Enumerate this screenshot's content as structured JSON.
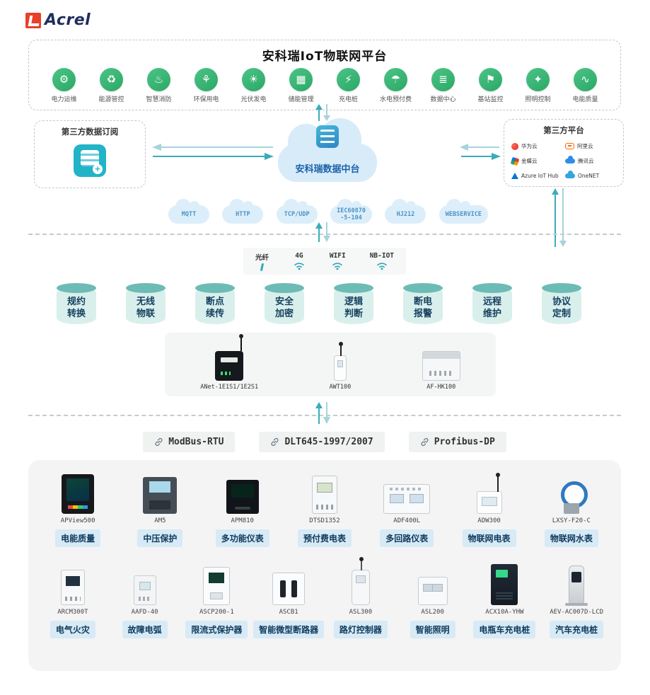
{
  "logo": {
    "brand": "Acrel"
  },
  "platform": {
    "title": "安科瑞IoT物联网平台",
    "apps": [
      {
        "label": "电力运维",
        "glyph": "⚙"
      },
      {
        "label": "能源管控",
        "glyph": "♻"
      },
      {
        "label": "智慧消防",
        "glyph": "♨"
      },
      {
        "label": "环保用电",
        "glyph": "⚘"
      },
      {
        "label": "光伏发电",
        "glyph": "☀"
      },
      {
        "label": "储能管理",
        "glyph": "▦"
      },
      {
        "label": "充电桩",
        "glyph": "⚡"
      },
      {
        "label": "水电预付费",
        "glyph": "☂"
      },
      {
        "label": "数据中心",
        "glyph": "≣"
      },
      {
        "label": "基站监控",
        "glyph": "⚑"
      },
      {
        "label": "照明控制",
        "glyph": "✦"
      },
      {
        "label": "电能质量",
        "glyph": "∿"
      }
    ]
  },
  "middle": {
    "left_box_title": "第三方数据订阅",
    "hub_label": "安科瑞数据中台",
    "right_box_title": "第三方平台",
    "right_platforms": [
      {
        "name": "华为云",
        "type": "huawei"
      },
      {
        "name": "阿里云",
        "type": "ali"
      },
      {
        "name": "金蝶云",
        "type": "pin"
      },
      {
        "name": "腾讯云",
        "type": "tencent"
      },
      {
        "name": "Azure IoT Hub",
        "type": "azure"
      },
      {
        "name": "OneNET",
        "type": "onenet"
      }
    ]
  },
  "protocol_clouds": [
    {
      "label": "MQTT"
    },
    {
      "label": "HTTP"
    },
    {
      "label": "TCP/UDP"
    },
    {
      "label": "IEC60870\n-5-104"
    },
    {
      "label": "HJ212"
    },
    {
      "label": "WEBSERVICE"
    }
  ],
  "connectivity": [
    {
      "label": "光纤",
      "type": "fiber"
    },
    {
      "label": "4G",
      "type": "wifi"
    },
    {
      "label": "WIFI",
      "type": "wifi"
    },
    {
      "label": "NB-IOT",
      "type": "wifi"
    }
  ],
  "capabilities": [
    {
      "l1": "规约",
      "l2": "转换"
    },
    {
      "l1": "无线",
      "l2": "物联"
    },
    {
      "l1": "断点",
      "l2": "续传"
    },
    {
      "l1": "安全",
      "l2": "加密"
    },
    {
      "l1": "逻辑",
      "l2": "判断"
    },
    {
      "l1": "断电",
      "l2": "报警"
    },
    {
      "l1": "远程",
      "l2": "维护"
    },
    {
      "l1": "协议",
      "l2": "定制"
    }
  ],
  "gateways": [
    {
      "model": "ANet-1E1S1/1E2S1",
      "type": "gwanet"
    },
    {
      "model": "AWT100",
      "type": "gwawt"
    },
    {
      "model": "AF-HK100",
      "type": "gwhk"
    }
  ],
  "bus_protocols": [
    {
      "label": "ModBus-RTU"
    },
    {
      "label": "DLT645-1997/2007"
    },
    {
      "label": "Profibus-DP"
    }
  ],
  "devices": {
    "row1": [
      {
        "model": "APView500",
        "label": "电能质量",
        "type": "apview"
      },
      {
        "model": "AM5",
        "label": "中压保护",
        "type": "am5"
      },
      {
        "model": "APM810",
        "label": "多功能仪表",
        "type": "apm"
      },
      {
        "model": "DTSD1352",
        "label": "预付费电表",
        "type": "din"
      },
      {
        "model": "ADF400L",
        "label": "多回路仪表",
        "type": "adf"
      },
      {
        "model": "ADW300",
        "label": "物联网电表",
        "type": "adw"
      },
      {
        "model": "LXSY-F20-C",
        "label": "物联网水表",
        "type": "water"
      }
    ],
    "row2": [
      {
        "model": "ARCM300T",
        "label": "电气火灾",
        "type": "din2"
      },
      {
        "model": "AAFD-40",
        "label": "故障电弧",
        "type": "aafd"
      },
      {
        "model": "ASCP200-1",
        "label": "限流式保护器",
        "type": "ascp"
      },
      {
        "model": "ASCB1",
        "label": "智能微型断路器",
        "type": "ascb"
      },
      {
        "model": "ASL300",
        "label": "路灯控制器",
        "type": "asl3"
      },
      {
        "model": "ASL200",
        "label": "智能照明",
        "type": "asl2"
      },
      {
        "model": "ACX10A-YHW",
        "label": "电瓶车充电桩",
        "type": "cab"
      },
      {
        "model": "AEV-AC007D-LCD",
        "label": "汽车充电桩",
        "type": "pile"
      }
    ]
  },
  "colors": {
    "accent_teal": "#3aacba",
    "accent_teal_light": "#a7d3db",
    "app_green": "#3cb878",
    "badge_bg": "#d7eaf6",
    "badge_text": "#0e3a5c",
    "cloud_bg": "#dceefa"
  }
}
